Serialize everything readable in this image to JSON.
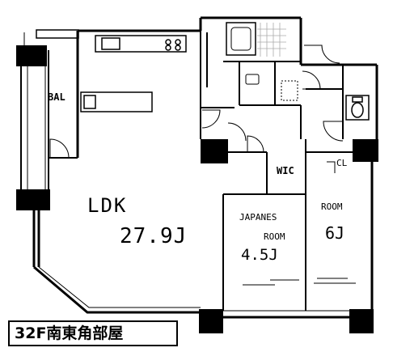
{
  "rooms": {
    "balcony": "BAL",
    "ldk": "LDK",
    "ldk_size": "27.9J",
    "wic": "WIC",
    "closet": "CL",
    "japanese_room_line1": "JAPANES",
    "japanese_room_line2": "ROOM",
    "japanese_room_size": "4.5J",
    "room": "ROOM",
    "room_size": "6J"
  },
  "caption": "32F南東角部屋"
}
